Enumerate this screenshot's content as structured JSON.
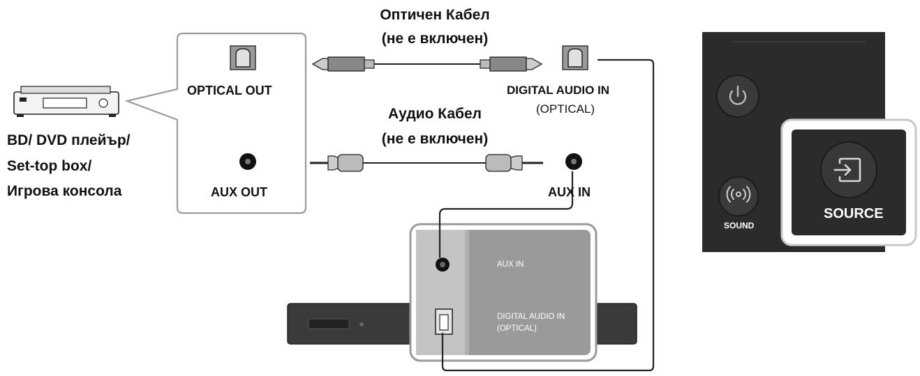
{
  "source_device": {
    "line1": "BD/ DVD плейър/",
    "line2": "Set-top box/",
    "line3": "Игрова консола"
  },
  "source_ports": {
    "optical_out": "OPTICAL OUT",
    "aux_out": "AUX OUT"
  },
  "cables": {
    "optical_line1": "Оптичен Кабел",
    "optical_line2": "(не е включен)",
    "audio_line1": "Аудио Кабел",
    "audio_line2": "(не е включен)"
  },
  "soundbar_ports": {
    "digital_in_line1": "DIGITAL AUDIO IN",
    "digital_in_line2": "(OPTICAL)",
    "aux_in": "AUX IN"
  },
  "soundbar_panel": {
    "aux_in": "AUX IN",
    "digital_in_line1": "DIGITAL AUDIO IN",
    "digital_in_line2": "(OPTICAL)"
  },
  "remote": {
    "sound_label": "SOUND",
    "source_label": "SOURCE",
    "power_icon": "power-icon",
    "sound_icon": "sound-icon",
    "source_icon": "source-input-icon"
  },
  "colors": {
    "remote_body": "#2b2b2b",
    "highlight_border": "#c8c8c8",
    "panel_gray": "#9a9a9a",
    "line": "#222222"
  }
}
